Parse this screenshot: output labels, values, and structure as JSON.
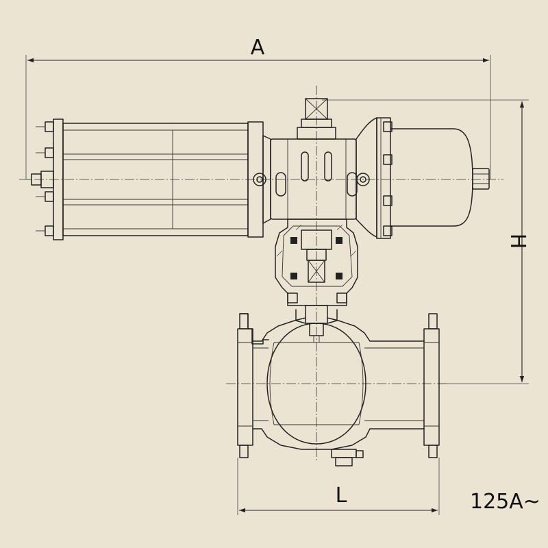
{
  "dimensions": {
    "overall_width": "A",
    "height": "H",
    "face_to_face": "L"
  },
  "size_note": "125A~",
  "colors": {
    "background": "#ebe4d2",
    "line": "#222222"
  }
}
